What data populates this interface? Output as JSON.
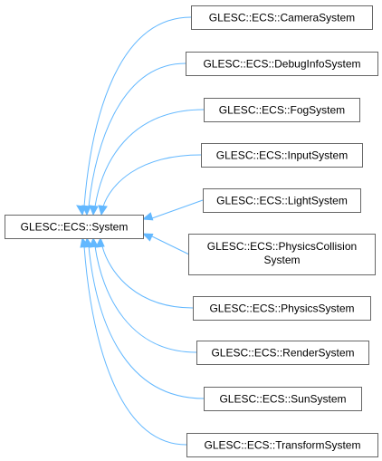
{
  "diagram": {
    "base_class": "GLESC::ECS::System",
    "derived_classes": [
      "GLESC::ECS::CameraSystem",
      "GLESC::ECS::DebugInfoSystem",
      "GLESC::ECS::FogSystem",
      "GLESC::ECS::InputSystem",
      "GLESC::ECS::LightSystem",
      "GLESC::ECS::PhysicsCollision System",
      "GLESC::ECS::PhysicsSystem",
      "GLESC::ECS::RenderSystem",
      "GLESC::ECS::SunSystem",
      "GLESC::ECS::TransformSystem"
    ],
    "relationship": "inheritance",
    "colors": {
      "edge": "#63b8ff",
      "node_border": "#666666",
      "node_fill": "#ffffff",
      "text": "#000000"
    }
  }
}
